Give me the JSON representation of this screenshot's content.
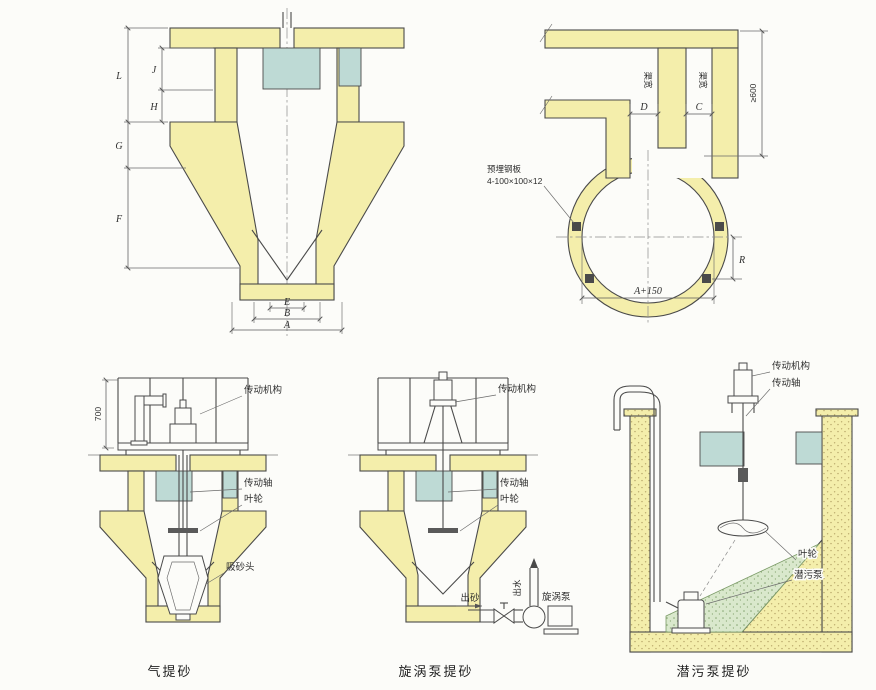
{
  "colors": {
    "wall_concrete": "#f4eeab",
    "window_opening": "#bedad5",
    "line": "#4a4a4a",
    "sand_fill": "#d9e8cc",
    "background": "#fcfcf9"
  },
  "section_view": {
    "dim_L": "L",
    "dim_J": "J",
    "dim_H": "H",
    "dim_G": "G",
    "dim_F": "F",
    "dim_E": "E",
    "dim_B": "B",
    "dim_A": "A"
  },
  "plan_view": {
    "plate_note_line1": "预埋钢板",
    "plate_note_line2": "4-100×100×12",
    "dim_D": "D",
    "dim_C": "C",
    "channel_width_left": "渠宽",
    "channel_width_right": "渠宽",
    "dim_depth": "≥600",
    "dim_inner": "A+150",
    "dim_R": "R"
  },
  "airlift": {
    "caption": "气提砂",
    "label_drive": "传动机构",
    "label_shaft": "传动轴",
    "label_impeller": "叶轮",
    "label_suction_head": "吸砂头",
    "dim_platform": "700"
  },
  "vortex": {
    "caption": "旋涡泵提砂",
    "label_drive": "传动机构",
    "label_shaft": "传动轴",
    "label_impeller": "叶轮",
    "label_sand_out": "出砂",
    "label_water_out": "出水",
    "label_pump": "旋涡泵"
  },
  "submersible": {
    "caption": "潜污泵提砂",
    "label_drive": "传动机构",
    "label_shaft": "传动轴",
    "label_impeller": "叶轮",
    "label_pump": "潜污泵"
  }
}
